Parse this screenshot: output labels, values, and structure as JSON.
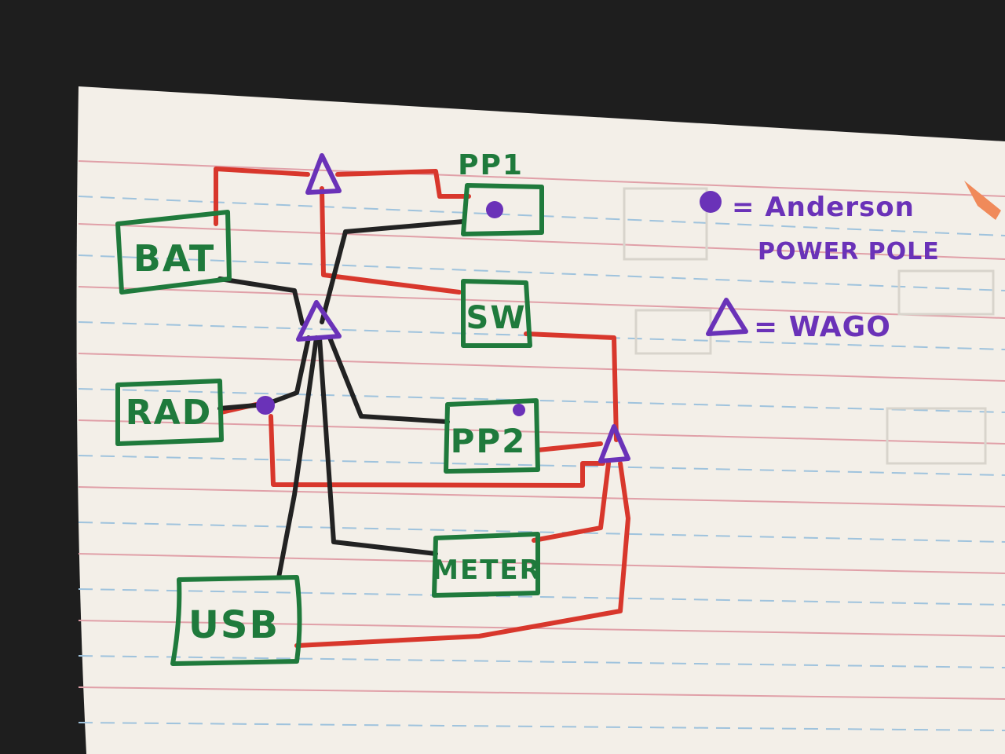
{
  "components": {
    "bat": "BAT",
    "pp1": "PP1",
    "sw": "SW",
    "rad": "RAD",
    "pp2": "PP2",
    "meter": "METER",
    "usb": "USB"
  },
  "legend": {
    "anderson_symbol": "●",
    "anderson_text_line1": "= Anderson",
    "anderson_text_line2": "POWER POLE",
    "wago_symbol": "△",
    "wago_text": "= WAGO"
  },
  "colors": {
    "box_green": "#1f7a3c",
    "wire_red": "#d8372c",
    "wire_black": "#222222",
    "symbol_purple": "#6a32b8",
    "paper": "#f3efe8",
    "rule_blue": "#9fc3dd",
    "rule_red": "#e0a0a8"
  }
}
